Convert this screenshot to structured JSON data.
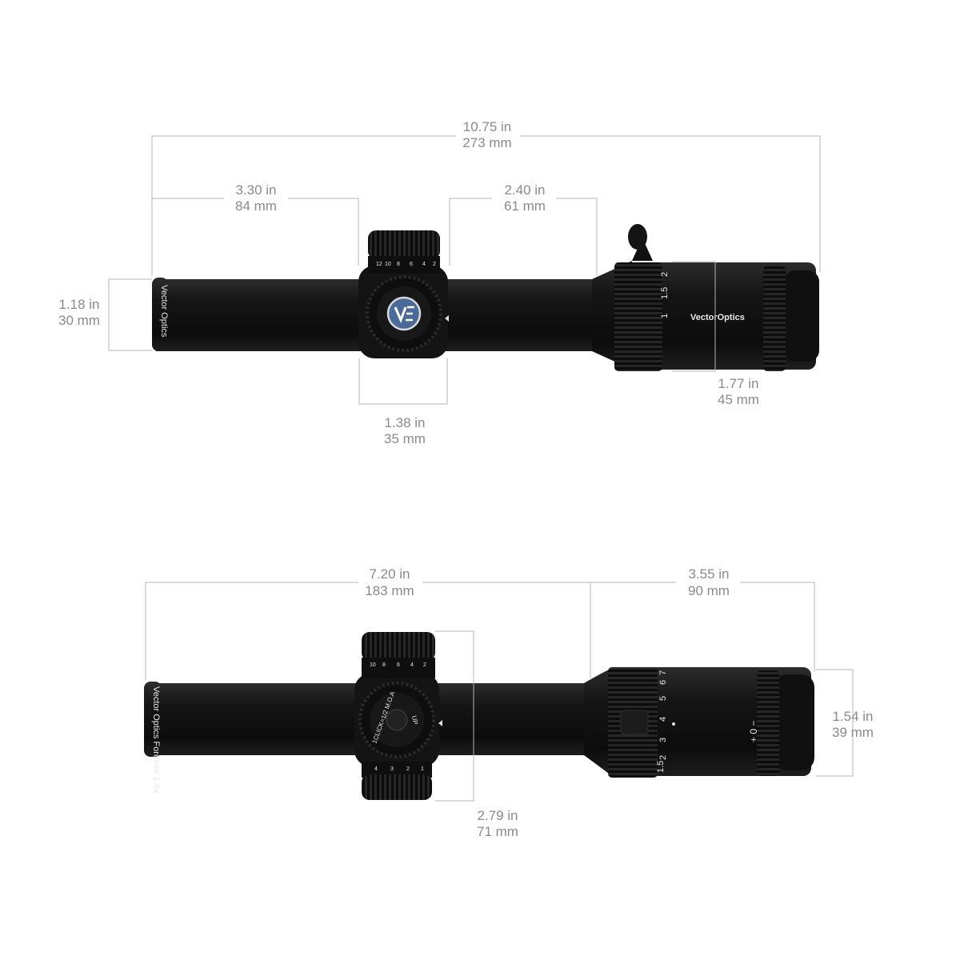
{
  "top_view": {
    "overall_length": {
      "imperial": "10.75 in",
      "metric": "273 mm"
    },
    "objective_to_turret": {
      "imperial": "3.30 in",
      "metric": "84 mm"
    },
    "turret_to_power_ring": {
      "imperial": "2.40 in",
      "metric": "61 mm"
    },
    "tube_diameter": {
      "imperial": "1.18 in",
      "metric": "30 mm"
    },
    "turret_width": {
      "imperial": "1.38 in",
      "metric": "35 mm"
    },
    "eyepiece_diameter": {
      "imperial": "1.77 in",
      "metric": "45 mm"
    },
    "brand_logo": "VectorOptics",
    "tube_print": "Vector Optics",
    "turret_scale": [
      "12",
      "10",
      "8",
      "6",
      "4",
      "2"
    ],
    "power_marks": [
      "1",
      "1.5",
      "2"
    ]
  },
  "side_view": {
    "objective_to_power_ring": {
      "imperial": "7.20 in",
      "metric": "183 mm"
    },
    "eyepiece_length": {
      "imperial": "3.55 in",
      "metric": "90 mm"
    },
    "eyepiece_diameter": {
      "imperial": "1.54 in",
      "metric": "39 mm"
    },
    "turret_height": {
      "imperial": "2.79 in",
      "metric": "71 mm"
    },
    "tube_print": "Vector Optics Forester 1-6x",
    "turret_text": "1CLICK=1/2 M.O.A",
    "turret_up": "UP",
    "turret_scale": [
      "10",
      "8",
      "6",
      "4",
      "2"
    ],
    "illum_marks": [
      "4",
      "3",
      "2",
      "1"
    ],
    "power_marks": [
      "1.5",
      "2",
      "3",
      "4",
      "5",
      "6",
      "7"
    ],
    "diopter_marks": "+ 0 −"
  },
  "colors": {
    "body": "#121212",
    "dim_text": "#8a8a8a",
    "dim_line": "#b4b4b4",
    "accent": "#4a6a9a"
  }
}
